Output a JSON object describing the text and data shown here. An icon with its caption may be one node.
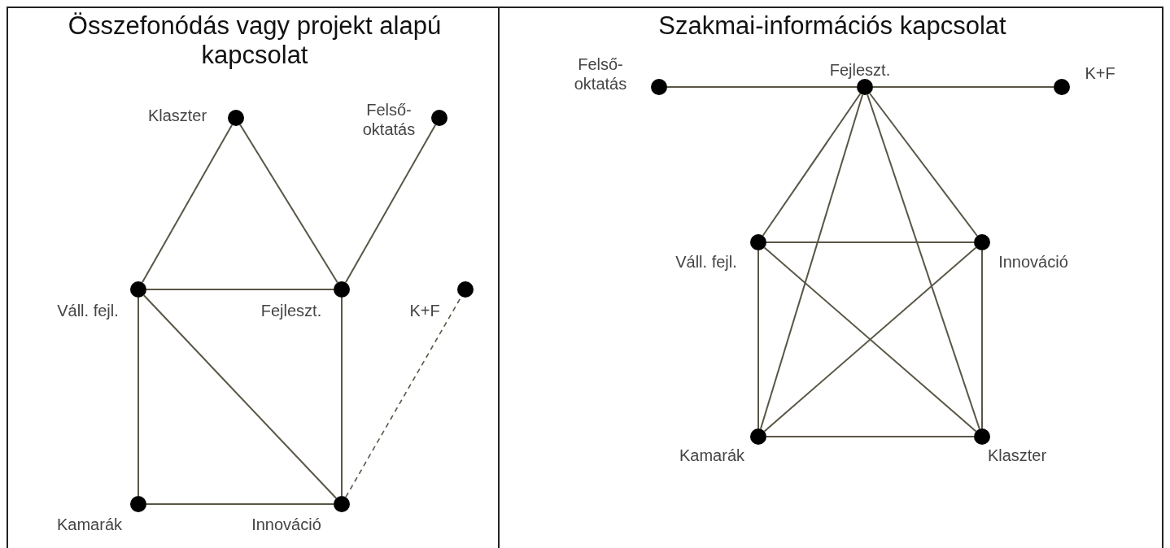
{
  "diagram": {
    "nodes": [
      {
        "text": [
          "Összefonódás vagy projekt alapú kapcsolat"
        ]
      },
      {
        "text": [
          "Klaszter"
        ],
        "in": 0
      },
      {
        "text": [
          "Felső- oktatás"
        ],
        "in": 0
      },
      {
        "text": [
          "Váll. fejl."
        ],
        "in": 0
      },
      {
        "text": [
          "Fejleszt."
        ],
        "in": 0
      },
      {
        "text": [
          "K+F"
        ],
        "in": 0
      },
      {
        "text": [
          "Kamarák"
        ],
        "in": 0
      },
      {
        "text": [
          "Innováció"
        ],
        "in": 0
      },
      {
        "text": [
          "Szakmai-információs kapcsolat"
        ]
      },
      {
        "text": [
          "Felső- oktatás"
        ],
        "in": 8
      },
      {
        "text": [
          "Fejleszt."
        ],
        "in": 8
      },
      {
        "text": [
          "K+F"
        ],
        "in": 8
      },
      {
        "text": [
          "Váll. fejl."
        ],
        "in": 8
      },
      {
        "text": [
          "Innováció"
        ],
        "in": 8
      },
      {
        "text": [
          "Kamarák"
        ],
        "in": 8
      },
      {
        "text": [
          "Klaszter"
        ],
        "in": 8
      }
    ],
    "edges": [
      {
        "from": 1,
        "to": 3,
        "arrow": "none"
      },
      {
        "from": 1,
        "to": 4,
        "arrow": "none"
      },
      {
        "from": 2,
        "to": 4,
        "arrow": "none"
      },
      {
        "from": 3,
        "to": 4,
        "arrow": "none"
      },
      {
        "from": 3,
        "to": 6,
        "arrow": "none"
      },
      {
        "from": 3,
        "to": 7,
        "arrow": "none"
      },
      {
        "from": 4,
        "to": 7,
        "arrow": "none"
      },
      {
        "from": 6,
        "to": 7,
        "arrow": "none"
      },
      {
        "from": 7,
        "to": 5,
        "arrow": "none",
        "style": "dashed"
      },
      {
        "from": 9,
        "to": 10,
        "arrow": "none"
      },
      {
        "from": 10,
        "to": 11,
        "arrow": "none"
      },
      {
        "from": 10,
        "to": 12,
        "arrow": "none"
      },
      {
        "from": 10,
        "to": 13,
        "arrow": "none"
      },
      {
        "from": 10,
        "to": 14,
        "arrow": "none"
      },
      {
        "from": 10,
        "to": 15,
        "arrow": "none"
      },
      {
        "from": 12,
        "to": 13,
        "arrow": "none"
      },
      {
        "from": 12,
        "to": 14,
        "arrow": "none"
      },
      {
        "from": 12,
        "to": 15,
        "arrow": "none"
      },
      {
        "from": 13,
        "to": 14,
        "arrow": "none"
      },
      {
        "from": 13,
        "to": 15,
        "arrow": "none"
      },
      {
        "from": 14,
        "to": 15,
        "arrow": "none"
      }
    ]
  }
}
